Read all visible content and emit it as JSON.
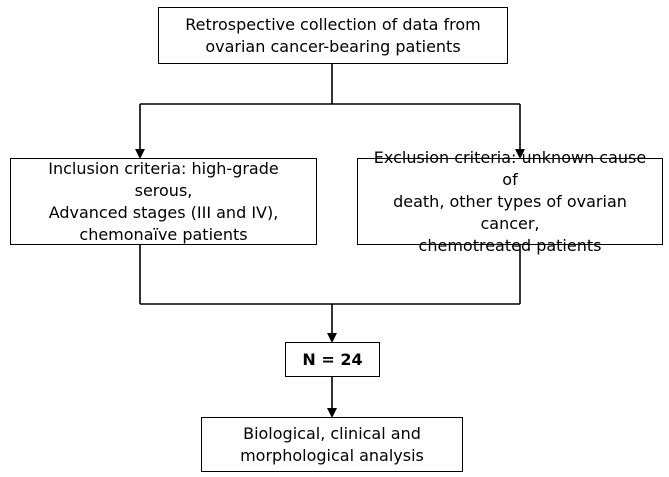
{
  "boxes": {
    "collection": {
      "lines": [
        "Retrospective collection of data from",
        "ovarian cancer-bearing patients"
      ]
    },
    "inclusion": {
      "lines": [
        "Inclusion criteria: high-grade serous,",
        "Advanced stages (III and IV),",
        "chemonaïve patients"
      ]
    },
    "exclusion": {
      "lines": [
        "Exclusion criteria: unknown cause of",
        "death, other types of ovarian cancer,",
        "chemotreated patients"
      ]
    },
    "sample": {
      "lines": [
        "N = 24"
      ]
    },
    "analysis": {
      "lines": [
        "Biological, clinical and",
        "morphological analysis"
      ]
    }
  }
}
